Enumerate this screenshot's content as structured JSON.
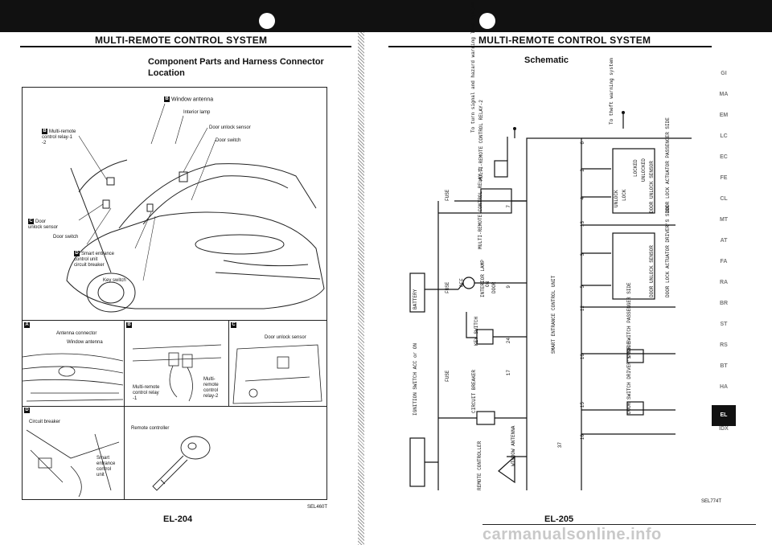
{
  "left_page": {
    "header": "MULTI-REMOTE CONTROL SYSTEM",
    "subtitle_line1": "Component Parts and Harness Connector",
    "subtitle_line2": "Location",
    "labels": {
      "window_antenna": "Window antenna",
      "interior_lamp": "Interior lamp",
      "door_unlock_sensor": "Door unlock sensor",
      "door_switch_top": "Door switch",
      "relay1_a": "Multi-remote",
      "relay1_b": "control relay-1",
      "relay1_c": "-2",
      "door_unlock_a": "Door",
      "door_unlock_b": "unlock sensor",
      "door_switch_left": "Door switch",
      "smart_a": "Smart entrance",
      "smart_b": "control unit",
      "smart_c": "circuit breaker",
      "key_switch": "Key switch"
    },
    "panels": {
      "a_badge": "A",
      "a_l1": "Antenna connector",
      "a_l2": "Window antenna",
      "b_badge": "B",
      "b_l1": "Multi-remote",
      "b_l2": "control relay",
      "b_l3": "-1",
      "b_r1": "Multi-remote",
      "b_r2": "control",
      "b_r3": "relay-2",
      "c_badge": "C",
      "c_l1": "Door unlock sensor",
      "d_badge": "D",
      "d_l1": "Circuit breaker",
      "d_l2": "Smart",
      "d_l3": "entrance",
      "d_l4": "control",
      "d_l5": "unit",
      "e_l1": "Remote controller"
    },
    "code": "SEL460T",
    "page_no": "EL-204"
  },
  "right_page": {
    "header": "MULTI-REMOTE CONTROL SYSTEM",
    "subtitle": "Schematic",
    "vlabels": {
      "turn": "To turn signal and hazard warning lamp system",
      "theft": "To theft warning system",
      "relay2": "MULTI-REMOTE CONTROL RELAY-2",
      "relay1": "MULTI-REMOTE CONTROL RELAY-1",
      "fuse1": "FUSE",
      "fuse2": "FUSE",
      "fuse3": "FUSE",
      "battery": "BATTERY",
      "ignition": "IGNITION SWITCH ACC or ON",
      "interior": "INTERIOR LAMP",
      "key_switch": "KEY SWITCH",
      "circuit_breaker": "CIRCUIT BREAKER",
      "remote": "REMOTE CONTROLLER",
      "window_antenna": "WINDOW ANTENNA",
      "unit": "SMART ENTRANCE CONTROL UNIT",
      "sensor1": "DOOR UNLOCK SENSOR",
      "actuator1": "DOOR LOCK ACTUATOR PASSENGER SIDE",
      "sensor2": "DOOR UNLOCK SENSOR",
      "actuator2": "DOOR LOCK ACTUATOR DRIVER'S SIDE",
      "dsw1": "DOOR SWITCH PASSENGER SIDE",
      "dsw2": "DOOR SWITCH DRIVER'S SIDE",
      "off": "OFF",
      "on": "ON",
      "door": "DOOR",
      "unlock": "UNLOCK",
      "lock": "LOCK",
      "locked": "LOCKED",
      "unlocked": "UNLOCKED"
    },
    "pins": [
      "6",
      "2",
      "4",
      "13",
      "7",
      "3",
      "5",
      "12",
      "9",
      "24",
      "17",
      "16",
      "15",
      "37",
      "10"
    ],
    "tabs": [
      "GI",
      "MA",
      "EM",
      "LC",
      "EC",
      "FE",
      "CL",
      "MT",
      "AT",
      "FA",
      "RA",
      "BR",
      "ST",
      "RS",
      "BT",
      "HA",
      "EL",
      "IDX"
    ],
    "active_tab": "EL",
    "code": "SEL774T",
    "page_no": "EL-205"
  },
  "watermark": "carmanualsonline.info"
}
